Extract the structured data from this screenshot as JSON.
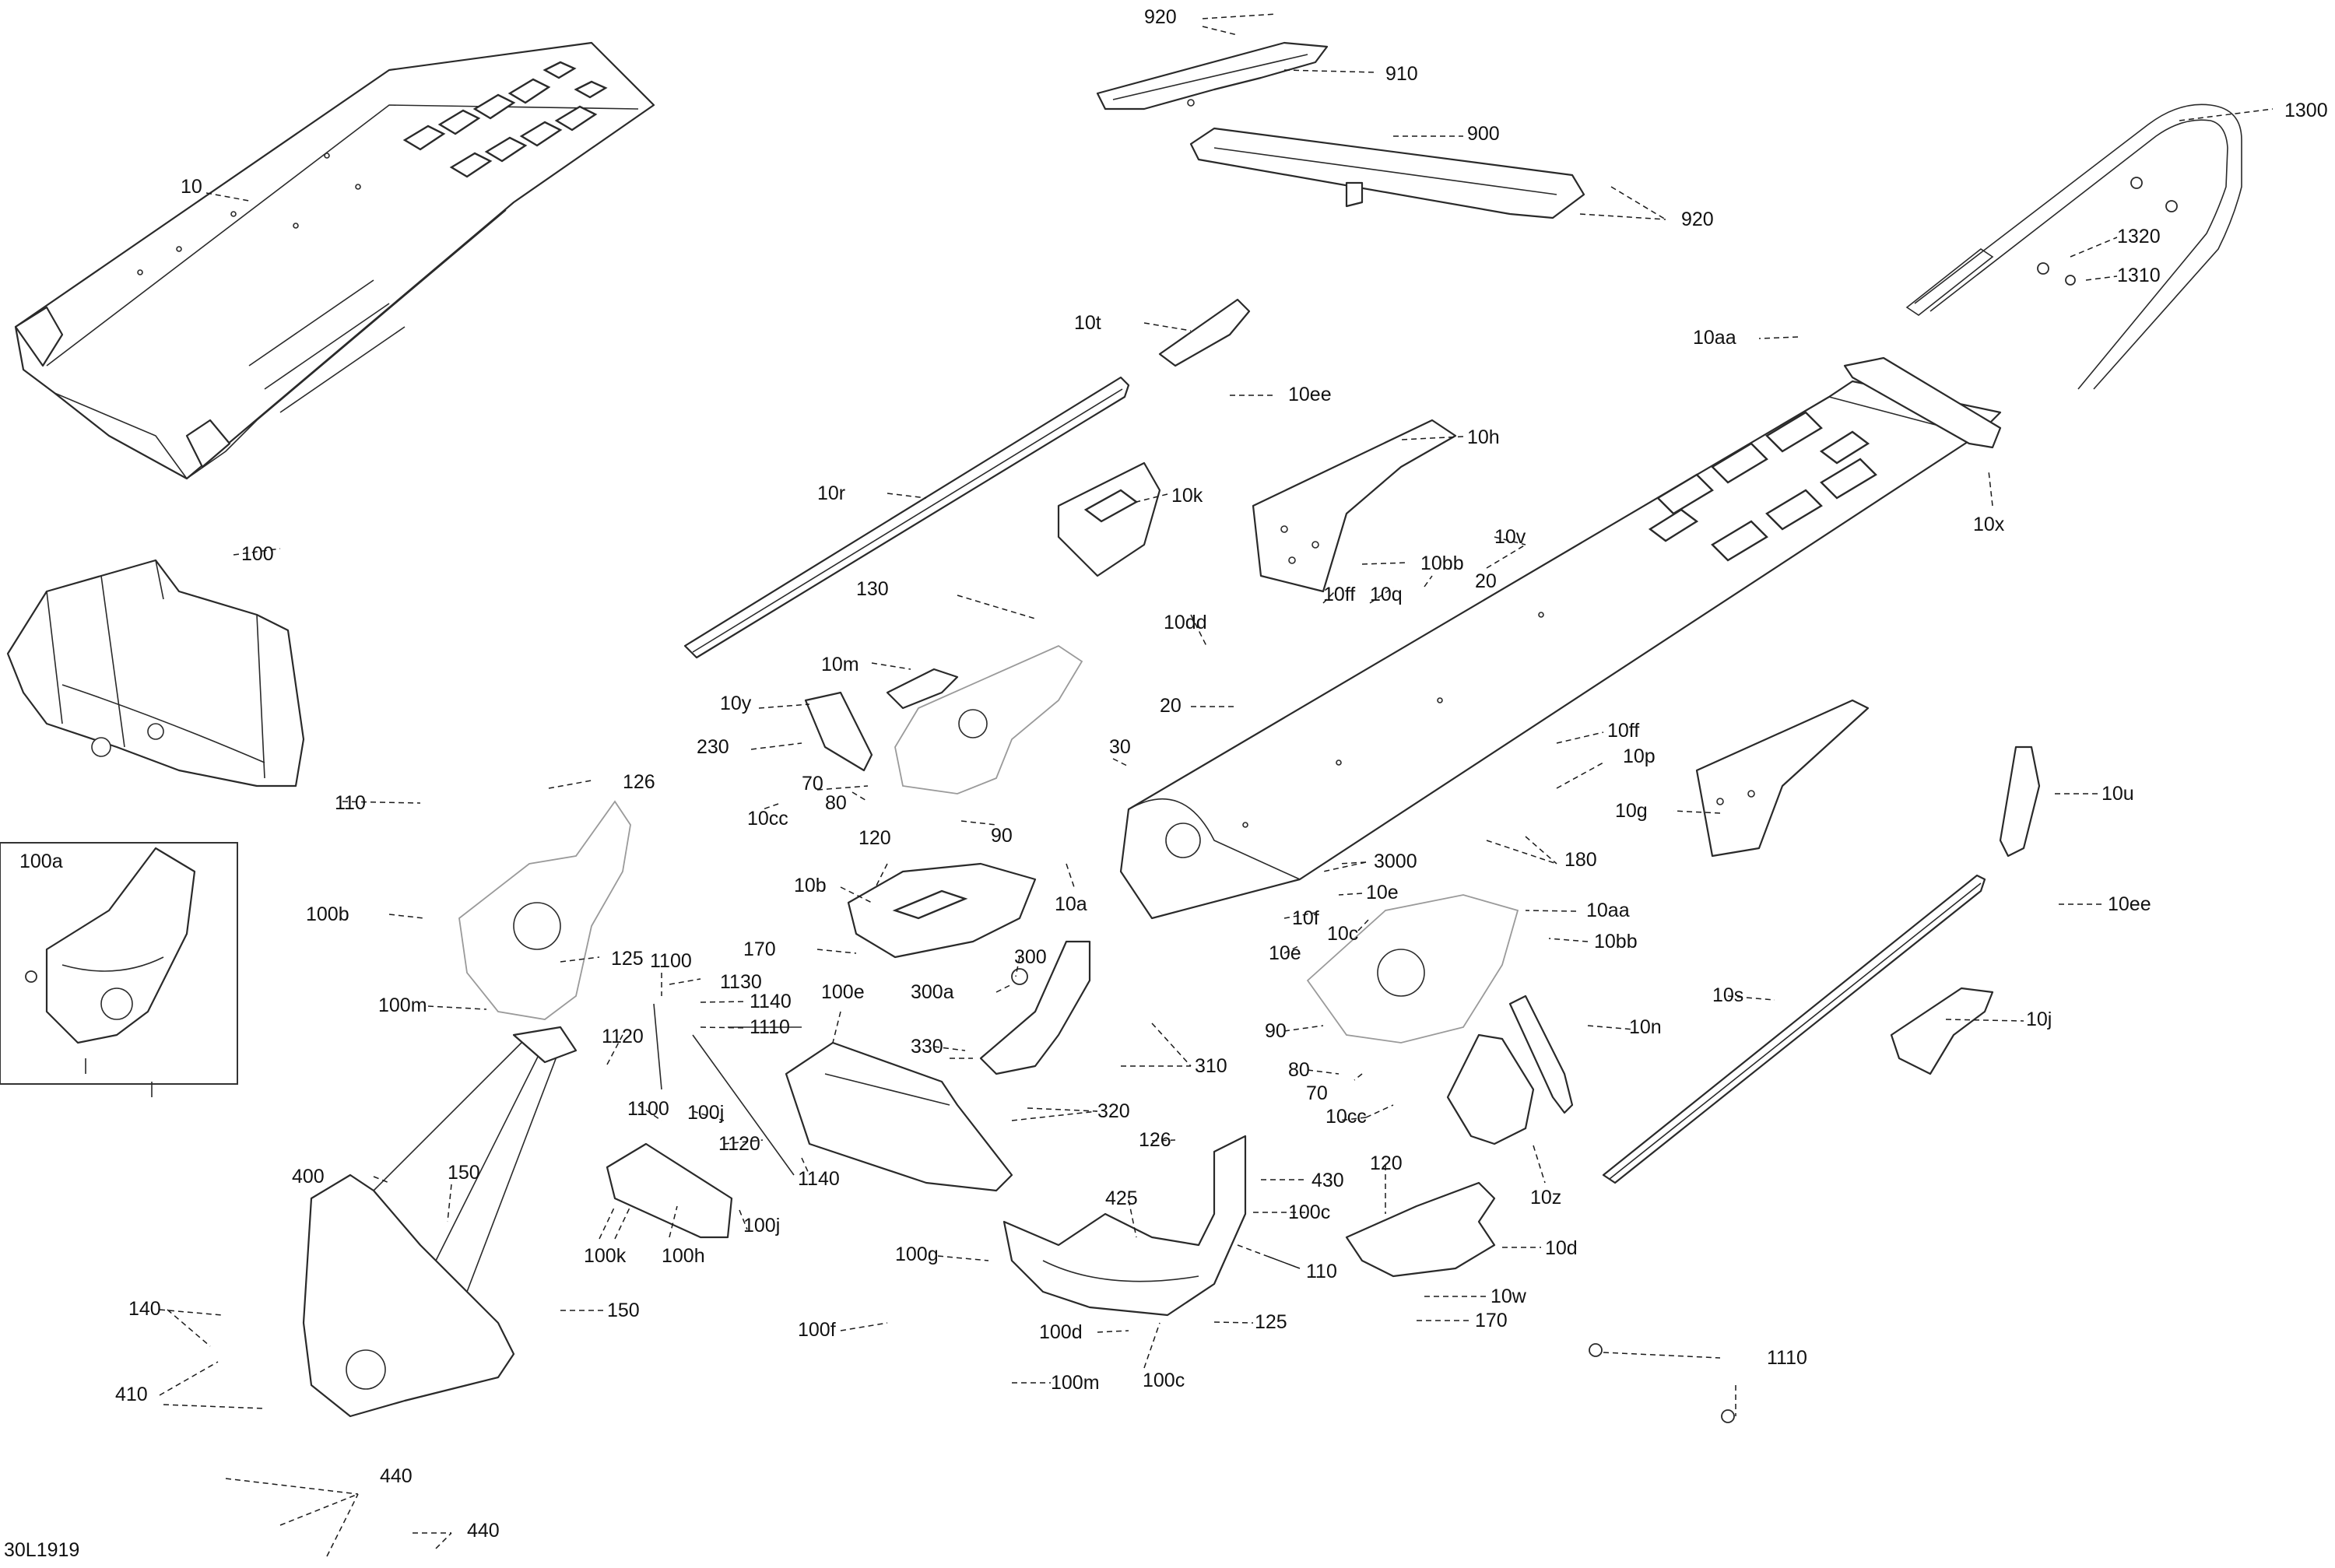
{
  "drawing_code": "30L1919",
  "inset_label": "100a",
  "callouts": [
    {
      "id": "c920a",
      "text": "920"
    },
    {
      "id": "c910",
      "text": "910"
    },
    {
      "id": "c900",
      "text": "900"
    },
    {
      "id": "c920b",
      "text": "920"
    },
    {
      "id": "c1300",
      "text": "1300"
    },
    {
      "id": "c1320",
      "text": "1320"
    },
    {
      "id": "c1310",
      "text": "1310"
    },
    {
      "id": "c10aa_top",
      "text": "10aa"
    },
    {
      "id": "c10",
      "text": "10"
    },
    {
      "id": "c10t",
      "text": "10t"
    },
    {
      "id": "c10ee_top",
      "text": "10ee"
    },
    {
      "id": "c10h",
      "text": "10h"
    },
    {
      "id": "c10x",
      "text": "10x"
    },
    {
      "id": "c10r",
      "text": "10r"
    },
    {
      "id": "c10k",
      "text": "10k"
    },
    {
      "id": "c10v",
      "text": "10v"
    },
    {
      "id": "c100",
      "text": "100"
    },
    {
      "id": "c130",
      "text": "130"
    },
    {
      "id": "c10bb_top",
      "text": "10bb"
    },
    {
      "id": "c10ff_top",
      "text": "10ff"
    },
    {
      "id": "c10q",
      "text": "10q"
    },
    {
      "id": "c20a",
      "text": "20"
    },
    {
      "id": "c10dd",
      "text": "10dd"
    },
    {
      "id": "c10m",
      "text": "10m"
    },
    {
      "id": "c10y",
      "text": "10y"
    },
    {
      "id": "c20b",
      "text": "20"
    },
    {
      "id": "c10ff_mid",
      "text": "10ff"
    },
    {
      "id": "c230",
      "text": "230"
    },
    {
      "id": "c10p",
      "text": "10p"
    },
    {
      "id": "c30",
      "text": "30"
    },
    {
      "id": "c70a",
      "text": "70"
    },
    {
      "id": "c10u",
      "text": "10u"
    },
    {
      "id": "c126a",
      "text": "126"
    },
    {
      "id": "c80a",
      "text": "80"
    },
    {
      "id": "c10cc_a",
      "text": "10cc"
    },
    {
      "id": "c10g",
      "text": "10g"
    },
    {
      "id": "c110a",
      "text": "110"
    },
    {
      "id": "c90a",
      "text": "90"
    },
    {
      "id": "c120a",
      "text": "120"
    },
    {
      "id": "c3000",
      "text": "3000"
    },
    {
      "id": "c180",
      "text": "180"
    },
    {
      "id": "c10b",
      "text": "10b"
    },
    {
      "id": "c10e_a",
      "text": "10e"
    },
    {
      "id": "c10a",
      "text": "10a"
    },
    {
      "id": "c100b",
      "text": "100b"
    },
    {
      "id": "c10ee_mid",
      "text": "10ee"
    },
    {
      "id": "c10aa_mid",
      "text": "10aa"
    },
    {
      "id": "c10f",
      "text": "10f"
    },
    {
      "id": "c10c",
      "text": "10c"
    },
    {
      "id": "c125a",
      "text": "125"
    },
    {
      "id": "c1100a",
      "text": "1100"
    },
    {
      "id": "c300",
      "text": "300"
    },
    {
      "id": "c170a",
      "text": "170"
    },
    {
      "id": "c10bb_mid",
      "text": "10bb"
    },
    {
      "id": "c10e_b",
      "text": "10e"
    },
    {
      "id": "c1130",
      "text": "1130"
    },
    {
      "id": "c300a",
      "text": "300a"
    },
    {
      "id": "c100e",
      "text": "100e"
    },
    {
      "id": "c10s",
      "text": "10s"
    },
    {
      "id": "c100m_a",
      "text": "100m"
    },
    {
      "id": "c1140a",
      "text": "1140"
    },
    {
      "id": "c10j",
      "text": "10j"
    },
    {
      "id": "c1110a",
      "text": "1110"
    },
    {
      "id": "c90b",
      "text": "90"
    },
    {
      "id": "c10n",
      "text": "10n"
    },
    {
      "id": "c1120a",
      "text": "1120"
    },
    {
      "id": "c330",
      "text": "330"
    },
    {
      "id": "c310",
      "text": "310"
    },
    {
      "id": "c80b",
      "text": "80"
    },
    {
      "id": "c70b",
      "text": "70"
    },
    {
      "id": "c1100b",
      "text": "1100"
    },
    {
      "id": "c100j_a",
      "text": "100j"
    },
    {
      "id": "c320",
      "text": "320"
    },
    {
      "id": "c10cc_b",
      "text": "10cc"
    },
    {
      "id": "c126b",
      "text": "126"
    },
    {
      "id": "c1120b",
      "text": "1120"
    },
    {
      "id": "c400",
      "text": "400"
    },
    {
      "id": "c150a",
      "text": "150"
    },
    {
      "id": "c1140b",
      "text": "1140"
    },
    {
      "id": "c120b",
      "text": "120"
    },
    {
      "id": "c430",
      "text": "430"
    },
    {
      "id": "c10z",
      "text": "10z"
    },
    {
      "id": "c425",
      "text": "425"
    },
    {
      "id": "c100c_a",
      "text": "100c"
    },
    {
      "id": "c100j_b",
      "text": "100j"
    },
    {
      "id": "c10d",
      "text": "10d"
    },
    {
      "id": "c100g",
      "text": "100g"
    },
    {
      "id": "c110b",
      "text": "110"
    },
    {
      "id": "c100k",
      "text": "100k"
    },
    {
      "id": "c100h",
      "text": "100h"
    },
    {
      "id": "c10w",
      "text": "10w"
    },
    {
      "id": "c140",
      "text": "140"
    },
    {
      "id": "c150b",
      "text": "150"
    },
    {
      "id": "c170b",
      "text": "170"
    },
    {
      "id": "c125b",
      "text": "125"
    },
    {
      "id": "c100f",
      "text": "100f"
    },
    {
      "id": "c100d",
      "text": "100d"
    },
    {
      "id": "c1110b",
      "text": "1110"
    },
    {
      "id": "c410",
      "text": "410"
    },
    {
      "id": "c100c_b",
      "text": "100c"
    },
    {
      "id": "c100m_b",
      "text": "100m"
    },
    {
      "id": "c440a",
      "text": "440"
    },
    {
      "id": "c440b",
      "text": "440"
    }
  ]
}
